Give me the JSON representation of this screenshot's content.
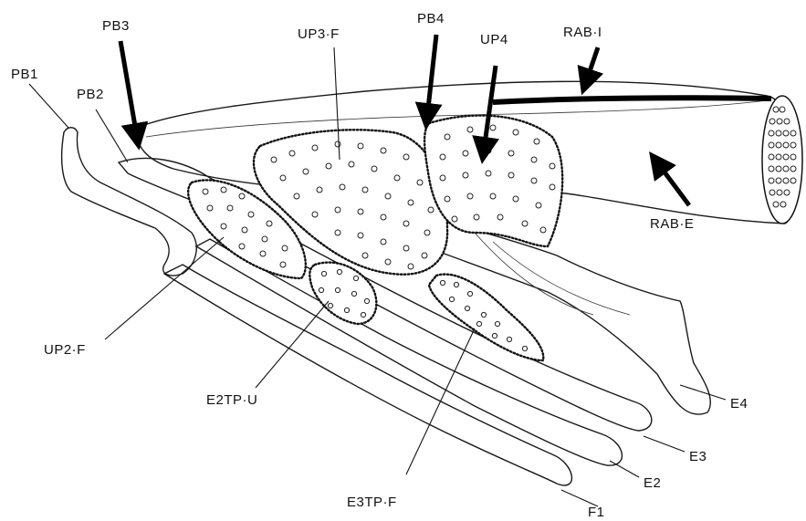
{
  "labels": {
    "pb1": "PB1",
    "pb2": "PB2",
    "pb3": "PB3",
    "pb4": "PB4",
    "up3f": "UP3·F",
    "up4": "UP4",
    "rabi": "RAB·I",
    "rabe": "RAB·E",
    "up2f": "UP2·F",
    "e2tpu": "E2TP·U",
    "e3tpf": "E3TP·F",
    "e4": "E4",
    "e3": "E3",
    "e2": "E2",
    "f1": "F1"
  }
}
